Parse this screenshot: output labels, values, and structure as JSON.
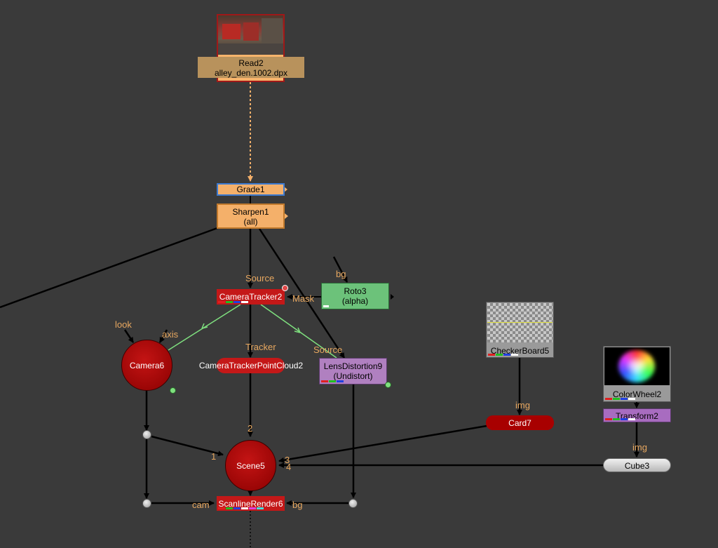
{
  "nodes": {
    "read2": {
      "name": "Read2",
      "file": "alley_den.1002.dpx"
    },
    "grade1": {
      "name": "Grade1"
    },
    "sharpen1": {
      "name": "Sharpen1",
      "sub": "(all)"
    },
    "roto3": {
      "name": "Roto3",
      "sub": "(alpha)"
    },
    "camera_tracker2": {
      "name": "CameraTracker2"
    },
    "camera6": {
      "name": "Camera6"
    },
    "ctpc2": {
      "name": "CameraTrackerPointCloud2"
    },
    "lens_distortion9": {
      "name": "LensDistortion9",
      "sub": "(Undistort)"
    },
    "checkerboard5": {
      "name": "CheckerBoard5"
    },
    "card7": {
      "name": "Card7"
    },
    "colorwheel2": {
      "name": "ColorWheel2"
    },
    "transform2": {
      "name": "Transform2"
    },
    "cube3": {
      "name": "Cube3"
    },
    "scene5": {
      "name": "Scene5"
    },
    "scanline_render6": {
      "name": "ScanlineRender6"
    }
  },
  "inputs": {
    "bg_roto": "bg",
    "source_ct": "Source",
    "mask": "Mask",
    "look": "look",
    "axis": "axis",
    "tracker": "Tracker",
    "source_ld": "Source",
    "img_card": "img",
    "img_cube": "img",
    "scene_2": "2",
    "scene_1": "1",
    "scene_3": "3",
    "scene_4": "4",
    "cam": "cam",
    "bg_render": "bg"
  },
  "colors": {
    "background": "#3a3a3a",
    "read_node": "#f8b46c",
    "grade_node": "#f4b06a",
    "roto_node": "#6cc27a",
    "camera_tracker": "#c41818",
    "camera_3d": "#b00000",
    "lens_distortion": "#b080c0",
    "checkerboard": "#9a9a9a",
    "transform": "#a86cc0",
    "cube": "#d8d8d8",
    "pipe": "#000000",
    "pipe_helper": "#7fe07f",
    "label": "#e8a860"
  }
}
